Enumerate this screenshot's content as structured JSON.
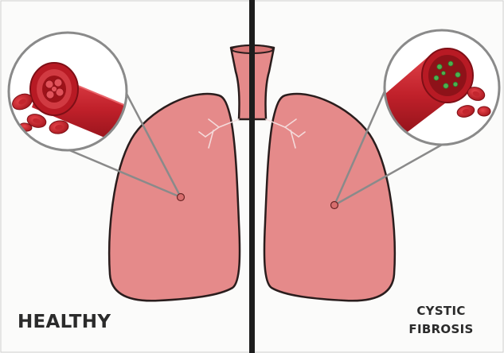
{
  "labels": {
    "healthy": "HEALTHY",
    "cystic_fibrosis_line1": "CYSTIC",
    "cystic_fibrosis_line2": "FIBROSIS"
  },
  "colors": {
    "lung_fill": "#e58a8a",
    "lung_outline": "#2a1d1d",
    "divider": "#1d1d1d",
    "vessel_red": "#c0202a",
    "mucus_green": "#4fb050",
    "magnifier_ring": "#8a8a8a"
  },
  "icons": [
    "lungs",
    "blood-vessel-cross-section",
    "red-blood-cell",
    "magnifier-circle"
  ]
}
